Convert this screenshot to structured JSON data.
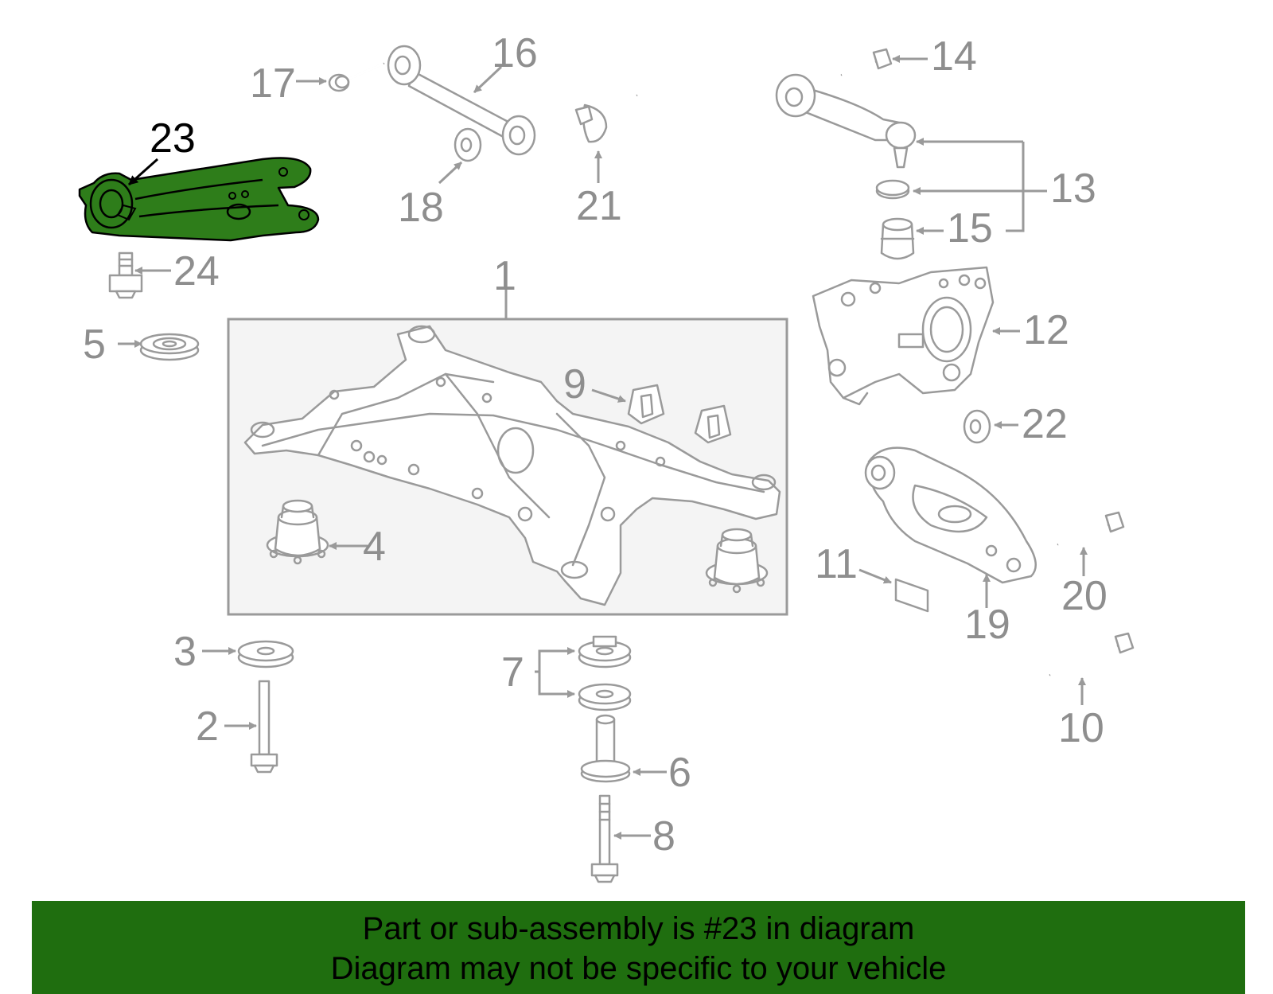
{
  "caption": {
    "line1": "Part or sub-assembly is #23 in diagram",
    "line2": "Diagram may not be specific to your vehicle"
  },
  "highlighted_part": "23",
  "colors": {
    "highlight_fill": "#2e7d1a",
    "banner_bg": "#1f6e0f",
    "part_line": "#9a9a9a",
    "callout_text": "#8e8e8e"
  },
  "callouts": [
    {
      "id": "p1",
      "label": "1"
    },
    {
      "id": "p2",
      "label": "2"
    },
    {
      "id": "p3",
      "label": "3"
    },
    {
      "id": "p4",
      "label": "4"
    },
    {
      "id": "p5",
      "label": "5"
    },
    {
      "id": "p6",
      "label": "6"
    },
    {
      "id": "p7",
      "label": "7"
    },
    {
      "id": "p8",
      "label": "8"
    },
    {
      "id": "p9",
      "label": "9"
    },
    {
      "id": "p10",
      "label": "10"
    },
    {
      "id": "p11",
      "label": "11"
    },
    {
      "id": "p12",
      "label": "12"
    },
    {
      "id": "p13",
      "label": "13"
    },
    {
      "id": "p14",
      "label": "14"
    },
    {
      "id": "p15",
      "label": "15"
    },
    {
      "id": "p16",
      "label": "16"
    },
    {
      "id": "p17",
      "label": "17"
    },
    {
      "id": "p18",
      "label": "18"
    },
    {
      "id": "p19",
      "label": "19"
    },
    {
      "id": "p20",
      "label": "20"
    },
    {
      "id": "p21",
      "label": "21"
    },
    {
      "id": "p22",
      "label": "22"
    },
    {
      "id": "p23",
      "label": "23"
    },
    {
      "id": "p24",
      "label": "24"
    }
  ]
}
